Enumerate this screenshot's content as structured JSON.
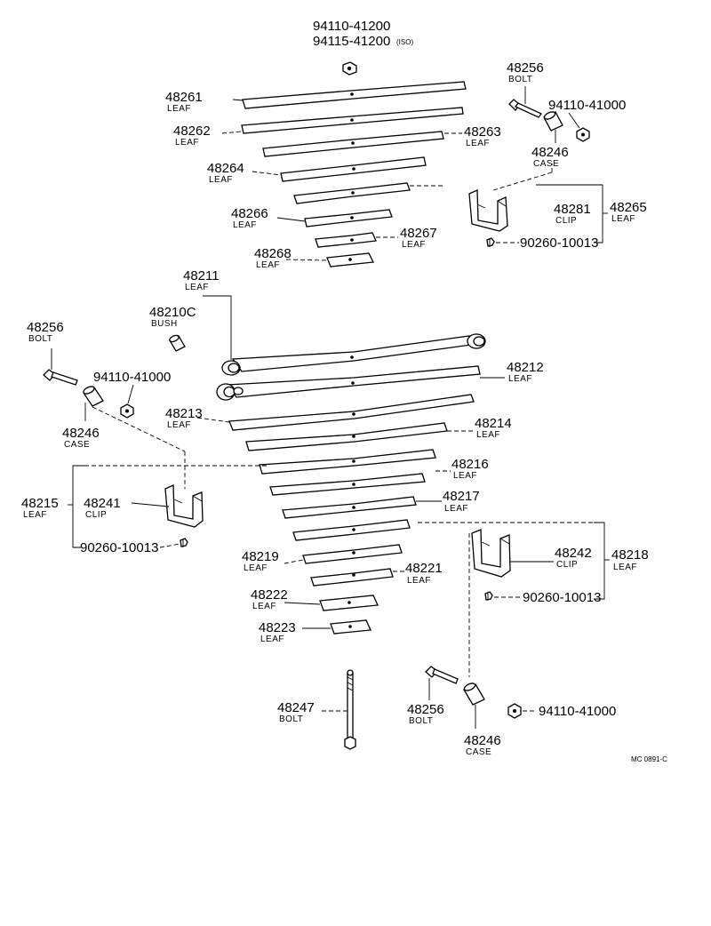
{
  "labels": {
    "top_nut_1": "94110-41200",
    "top_nut_2": "94115-41200",
    "top_nut_iso": "(ISO)",
    "l48261": "48261",
    "l48262": "48262",
    "l48263": "48263",
    "l48264": "48264",
    "l48266": "48266",
    "l48267": "48267",
    "l48268": "48268",
    "l48256_top": "48256",
    "l94110_top": "94110-41000",
    "l48246_top": "48246",
    "l48281": "48281",
    "l48265": "48265",
    "l90260_top": "90260-10013",
    "l48211": "48211",
    "l48210c": "48210C",
    "l48256_left": "48256",
    "l94110_left": "94110-41000",
    "l48246_left": "48246",
    "l48212": "48212",
    "l48213": "48213",
    "l48214": "48214",
    "l48216": "48216",
    "l48217": "48217",
    "l48215": "48215",
    "l48241": "48241",
    "l90260_left": "90260-10013",
    "l48219": "48219",
    "l48221": "48221",
    "l48222": "48222",
    "l48223": "48223",
    "l48242": "48242",
    "l48218": "48218",
    "l90260_right": "90260-10013",
    "l48247": "48247",
    "l48256_bottom": "48256",
    "l94110_bottom": "94110-41000",
    "l48246_bottom": "48246",
    "ref_code": "MC 0891-C"
  },
  "subs": {
    "leaf": "LEAF",
    "bolt": "BOLT",
    "case": "CASE",
    "clip": "CLIP",
    "bush": "BUSH"
  }
}
